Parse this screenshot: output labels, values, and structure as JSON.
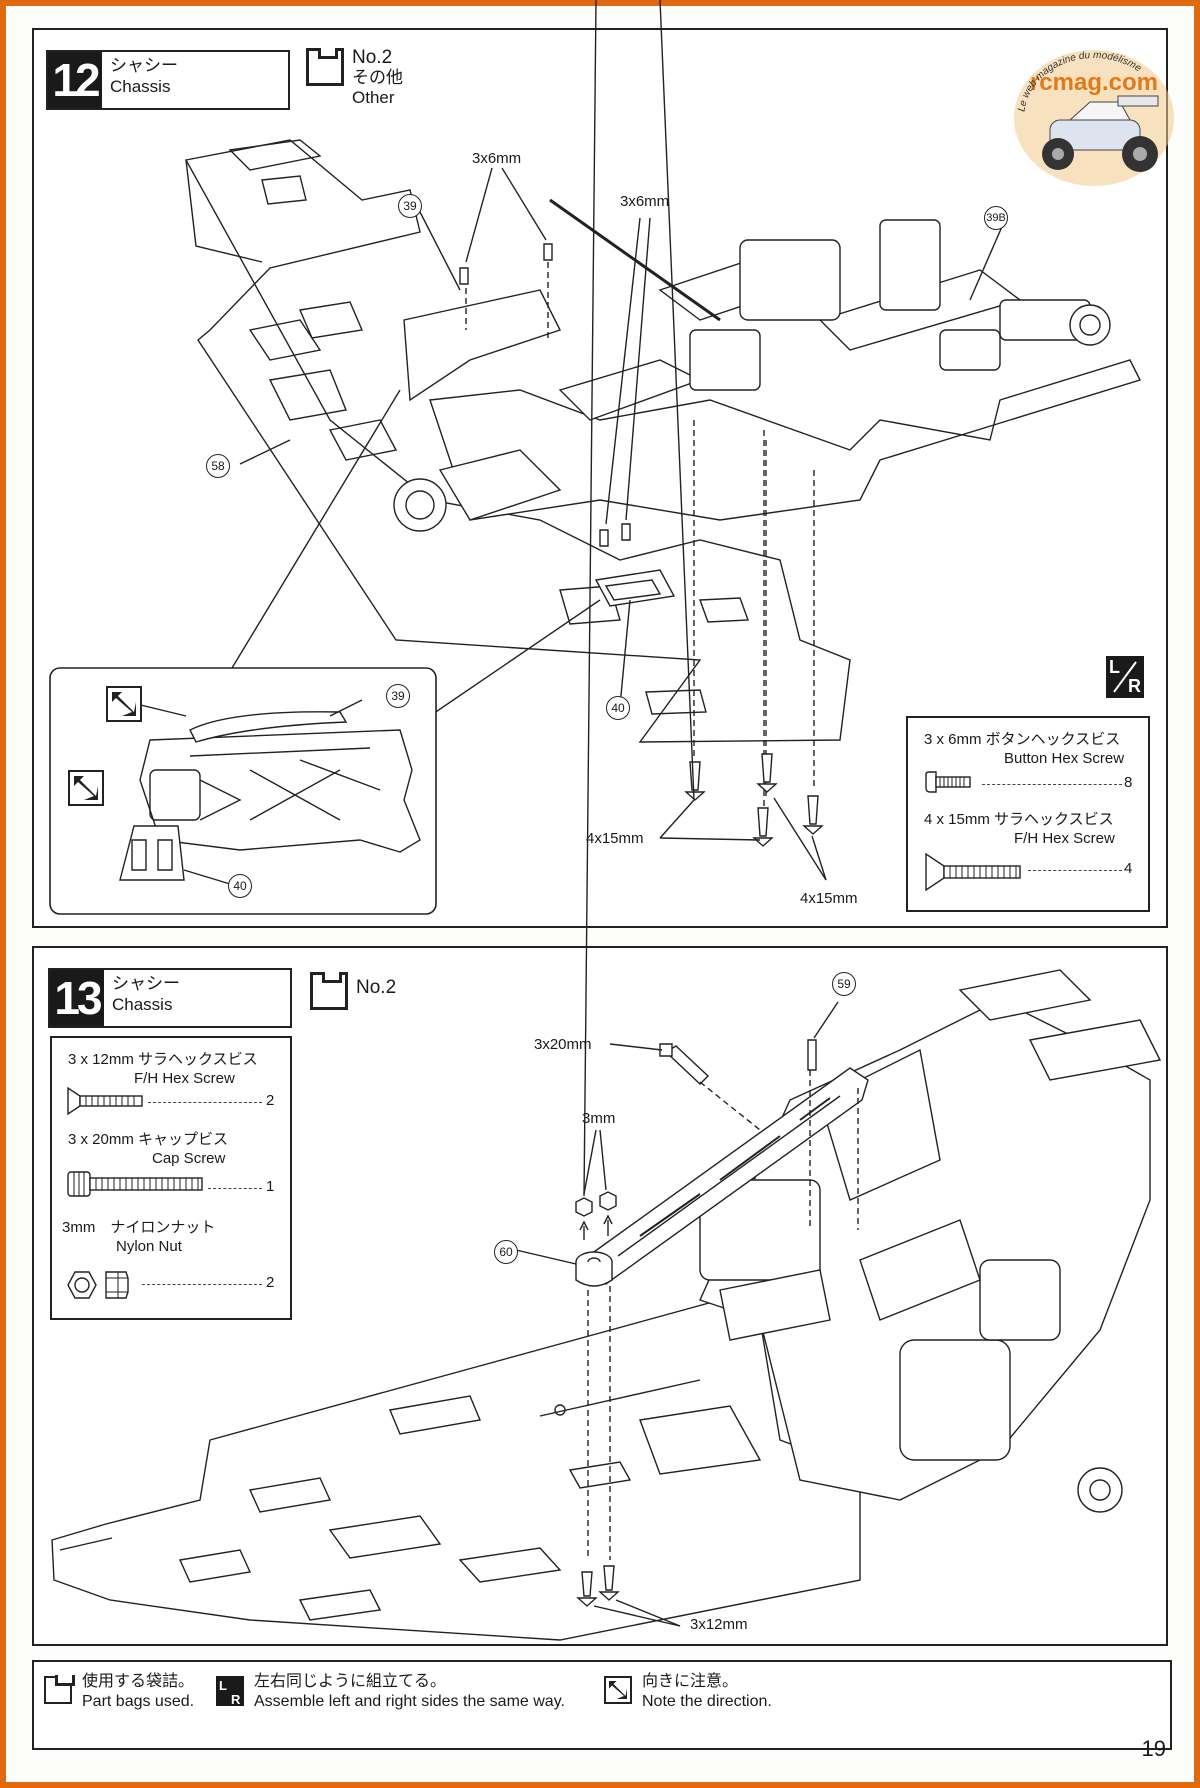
{
  "page_number": "19",
  "watermark": {
    "site": "rcmag.com",
    "tagline": "Le web magazine du modélisme"
  },
  "step12": {
    "number": "12",
    "title_jp": "シャシー",
    "title_en": "Chassis",
    "bag": {
      "no": "No.2",
      "jp": "その他",
      "en": "Other"
    },
    "labels": {
      "screw_a": "3x6mm",
      "screw_b": "3x6mm",
      "screw_c": "4x15mm",
      "screw_d": "4x15mm",
      "part_39": "39",
      "part_39b": "39B",
      "part_58": "58",
      "part_40": "40",
      "inset_39": "39",
      "inset_40": "40"
    },
    "legend": [
      {
        "jp": "3 x 6mm ボタンヘックスビス",
        "en": "Button Hex Screw",
        "qty": "8"
      },
      {
        "jp": "4 x 15mm サラヘックスビス",
        "en": "F/H Hex Screw",
        "qty": "4"
      }
    ]
  },
  "step13": {
    "number": "13",
    "title_jp": "シャシー",
    "title_en": "Chassis",
    "bag": {
      "no": "No.2"
    },
    "labels": {
      "screw_a": "3x20mm",
      "nut": "3mm",
      "screw_b": "3x12mm",
      "part_59": "59",
      "part_60": "60"
    },
    "legend": [
      {
        "jp": "3 x 12mm サラヘックスビス",
        "en": "F/H Hex Screw",
        "qty": "2"
      },
      {
        "jp": "3 x 20mm キャップビス",
        "en": "Cap Screw",
        "qty": "1"
      },
      {
        "jp": "3mm　ナイロンナット",
        "en": "Nylon Nut",
        "qty": "2"
      }
    ]
  },
  "footer": [
    {
      "jp": "使用する袋詰。",
      "en": "Part bags used."
    },
    {
      "jp": "左右同じように組立てる。",
      "en": "Assemble left and right sides the same way."
    },
    {
      "jp": "向きに注意。",
      "en": "Note the direction."
    }
  ]
}
